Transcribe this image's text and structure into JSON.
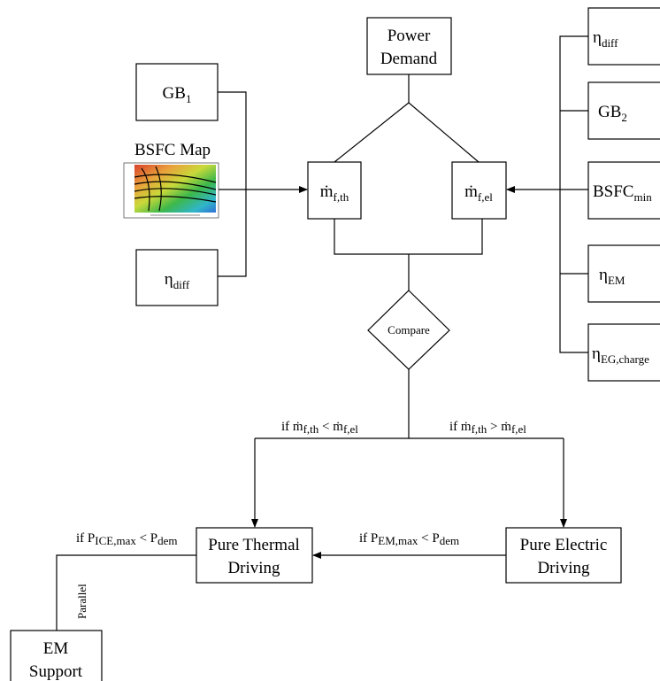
{
  "nodes": {
    "power_demand": [
      "Power",
      "Demand"
    ],
    "gb1": {
      "base": "GB",
      "sub": "1"
    },
    "bsfc_map_label": "BSFC Map",
    "eta_diff_left": {
      "base": "η",
      "sub": "diff"
    },
    "mf_th": {
      "base": "ṁ",
      "sub": "f,th"
    },
    "mf_el": {
      "base": "ṁ",
      "sub": "f,el"
    },
    "compare": "Compare",
    "right_inputs": [
      {
        "base": "η",
        "sub": "diff"
      },
      {
        "base": "GB",
        "sub": "2"
      },
      {
        "base": "BSFC",
        "sub": "min"
      },
      {
        "base": "η",
        "sub": "EM"
      },
      {
        "base": "η",
        "sub": "EG,charge"
      }
    ],
    "pure_thermal": [
      "Pure Thermal",
      "Driving"
    ],
    "pure_electric": [
      "Pure Electric",
      "Driving"
    ],
    "em_support": [
      "EM",
      "Support"
    ]
  },
  "edge_labels": {
    "to_thermal": {
      "pre": "if ",
      "a": "ṁ",
      "a_sub": "f,th",
      "op": " < ",
      "b": "ṁ",
      "b_sub": "f,el"
    },
    "to_electric": {
      "pre": "if ",
      "a": "ṁ",
      "a_sub": "f,th",
      "op": " > ",
      "b": "ṁ",
      "b_sub": "f,el"
    },
    "electric_to_thermal": {
      "pre": "if P",
      "a_sub": "EM,max",
      "op": " < P",
      "b_sub": "dem"
    },
    "thermal_to_support": {
      "pre": "if P",
      "a_sub": "ICE,max",
      "op": " < P",
      "b_sub": "dem"
    },
    "parallel": "Parallel"
  }
}
